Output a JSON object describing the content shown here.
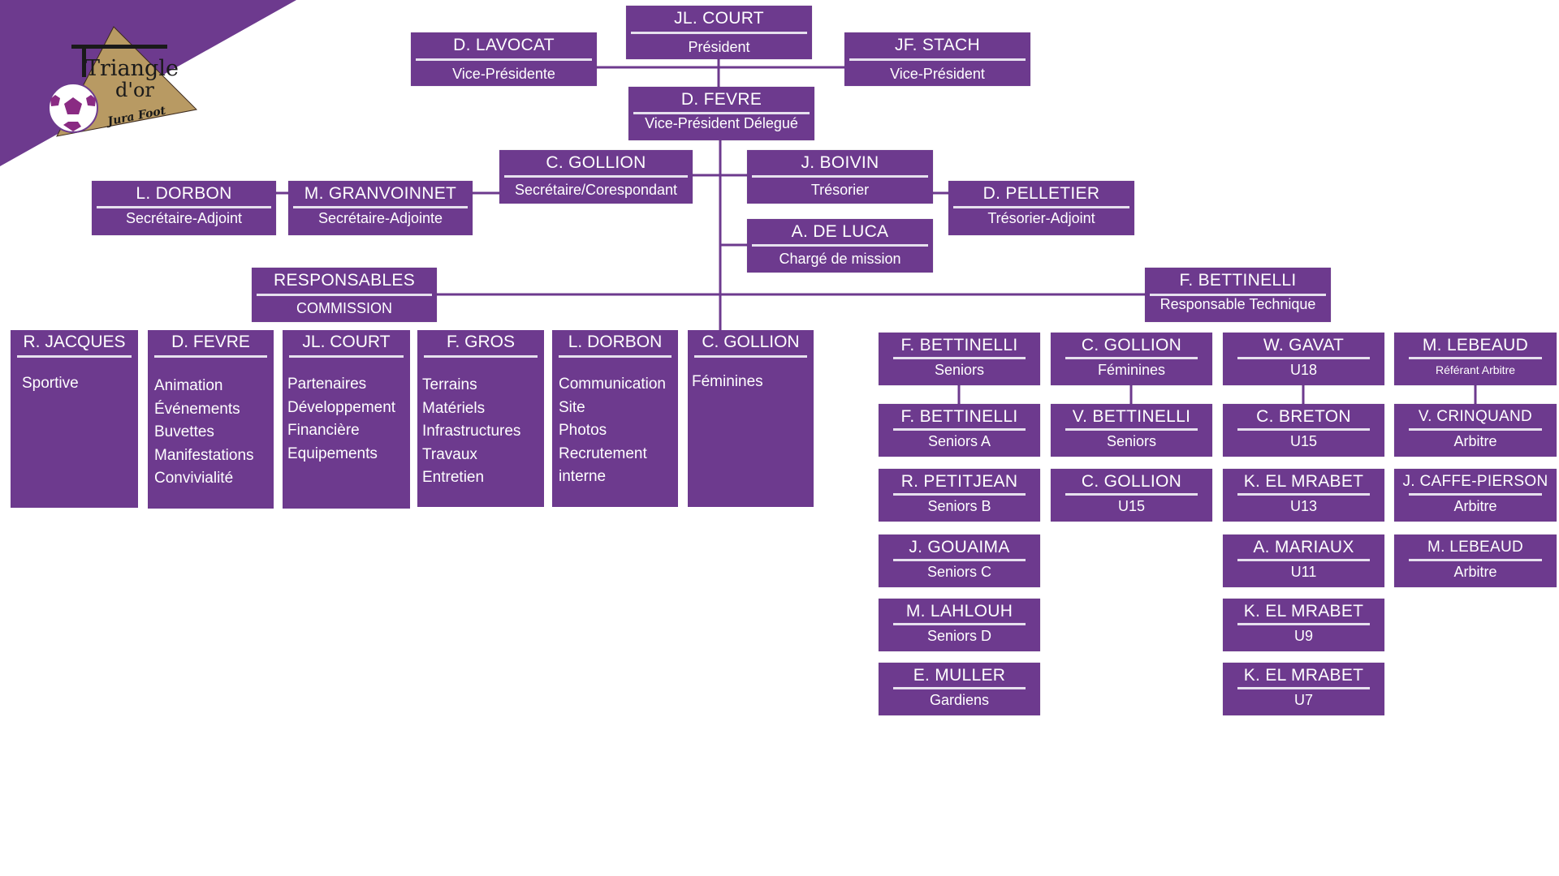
{
  "logo": {
    "line1": "Triangle",
    "line2": "d'or",
    "line3": "Jura Foot"
  },
  "colors": {
    "box": "#6d3a8e",
    "line": "#6d3a8e",
    "rule": "#e6e0ee"
  },
  "bureau": {
    "president": {
      "name": "JL. COURT",
      "role": "Président"
    },
    "vp_left": {
      "name": "D. LAVOCAT",
      "role": "Vice-Présidente"
    },
    "vp_right": {
      "name": "JF. STACH",
      "role": "Vice-Président"
    },
    "vp_delegue": {
      "name": "D. FEVRE",
      "role": "Vice-Président Délegué"
    },
    "secretaire": {
      "name": "C. GOLLION",
      "role": "Secrétaire/Corespondant"
    },
    "secretaire_adj1": {
      "name": "M. GRANVOINNET",
      "role": "Secrétaire-Adjointe"
    },
    "secretaire_adj2": {
      "name": "L. DORBON",
      "role": "Secrétaire-Adjoint"
    },
    "tresorier": {
      "name": "J. BOIVIN",
      "role": "Trésorier"
    },
    "tresorier_adj": {
      "name": "D. PELLETIER",
      "role": "Trésorier-Adjoint"
    },
    "mission": {
      "name": "A. DE LUCA",
      "role": "Chargé de mission"
    },
    "responsables": {
      "name": "RESPONSABLES",
      "role": "COMMISSION"
    },
    "technique": {
      "name": "F. BETTINELLI",
      "role": "Responsable Technique"
    }
  },
  "commissions": [
    {
      "name": "R. JACQUES",
      "items": [
        "Sportive"
      ]
    },
    {
      "name": "D. FEVRE",
      "items": [
        "Animation",
        "Événements",
        "Buvettes",
        "Manifestations",
        "Convivialité"
      ]
    },
    {
      "name": "JL. COURT",
      "items": [
        "Partenaires",
        "Développement",
        "Financière",
        "Equipements"
      ]
    },
    {
      "name": "F. GROS",
      "items": [
        "Terrains",
        "Matériels",
        "Infrastructures",
        "Travaux",
        "Entretien"
      ]
    },
    {
      "name": "L. DORBON",
      "items": [
        "Communication",
        "Site",
        "Photos",
        "Recrutement",
        "interne"
      ]
    },
    {
      "name": "C. GOLLION",
      "items": [
        "Féminines"
      ]
    }
  ],
  "technique_columns": [
    [
      {
        "name": "F. BETTINELLI",
        "role": "Seniors"
      },
      {
        "name": "F. BETTINELLI",
        "role": "Seniors A"
      },
      {
        "name": "R. PETITJEAN",
        "role": "Seniors B"
      },
      {
        "name": "J. GOUAIMA",
        "role": "Seniors C"
      },
      {
        "name": "M. LAHLOUH",
        "role": "Seniors D"
      },
      {
        "name": "E. MULLER",
        "role": "Gardiens"
      }
    ],
    [
      {
        "name": "C. GOLLION",
        "role": "Féminines"
      },
      {
        "name": "V. BETTINELLI",
        "role": "Seniors"
      },
      {
        "name": "C. GOLLION",
        "role": "U15"
      }
    ],
    [
      {
        "name": "W. GAVAT",
        "role": "U18"
      },
      {
        "name": "C. BRETON",
        "role": "U15"
      },
      {
        "name": "K. EL MRABET",
        "role": "U13"
      },
      {
        "name": "A. MARIAUX",
        "role": "U11"
      },
      {
        "name": "K. EL MRABET",
        "role": "U9"
      },
      {
        "name": "K. EL MRABET",
        "role": "U7"
      }
    ],
    [
      {
        "name": "M. LEBEAUD",
        "role": "Référant Arbitre"
      },
      {
        "name": "V. CRINQUAND",
        "role": "Arbitre"
      },
      {
        "name": "J. CAFFE-PIERSON",
        "role": "Arbitre"
      },
      {
        "name": "M. LEBEAUD",
        "role": "Arbitre"
      }
    ]
  ]
}
